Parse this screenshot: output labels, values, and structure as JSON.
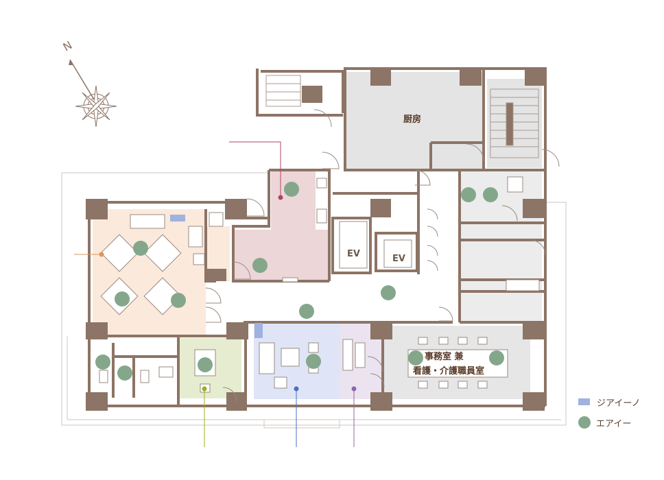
{
  "compass": {
    "north_letter": "N"
  },
  "rooms": {
    "kitchen": "厨房",
    "office_line1": "事務室 兼",
    "office_line2": "看護・介護職員室",
    "ev1": "EV",
    "ev2": "EV"
  },
  "legend": {
    "items": [
      {
        "label": "ジアイーノ",
        "color": "#9fb2e0"
      },
      {
        "label": "エアイー",
        "color": "#84a78c"
      }
    ]
  },
  "colors": {
    "wall": "#8c7466",
    "kitchen_fill": "#e4e4e4",
    "dining_fill": "#fbe9dc",
    "pink_fill": "#ecd6d8",
    "green_room_fill": "#e6ecd0",
    "blue_room_fill": "#dfe5f6",
    "lilac_room_fill": "#ebe4f0",
    "office_fill": "#e6e6e6",
    "airy_dot": "#84a78c",
    "ziaino": "#9fb2e0"
  }
}
